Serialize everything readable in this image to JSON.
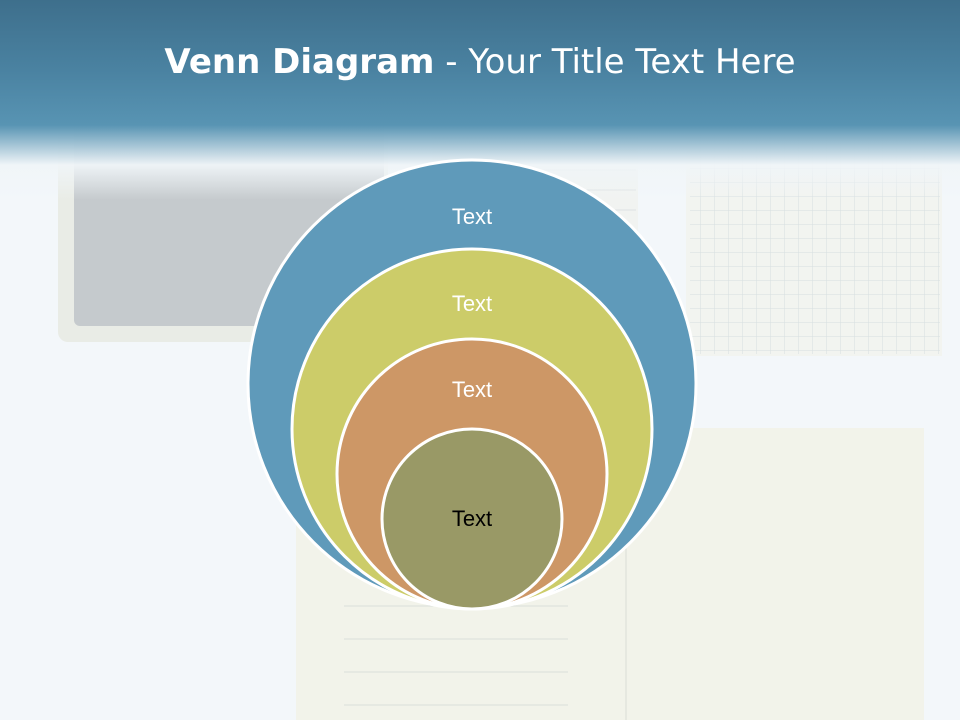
{
  "slide": {
    "title_bold": "Venn Diagram",
    "title_rest": " - Your Title Text Here"
  },
  "diagram": {
    "type": "nested-circles",
    "rings": [
      {
        "label": "Text",
        "color": "#5f9aba"
      },
      {
        "label": "Text",
        "color": "#cccc69"
      },
      {
        "label": "Text",
        "color": "#cd9766"
      },
      {
        "label": "Text",
        "color": "#999966"
      }
    ]
  }
}
